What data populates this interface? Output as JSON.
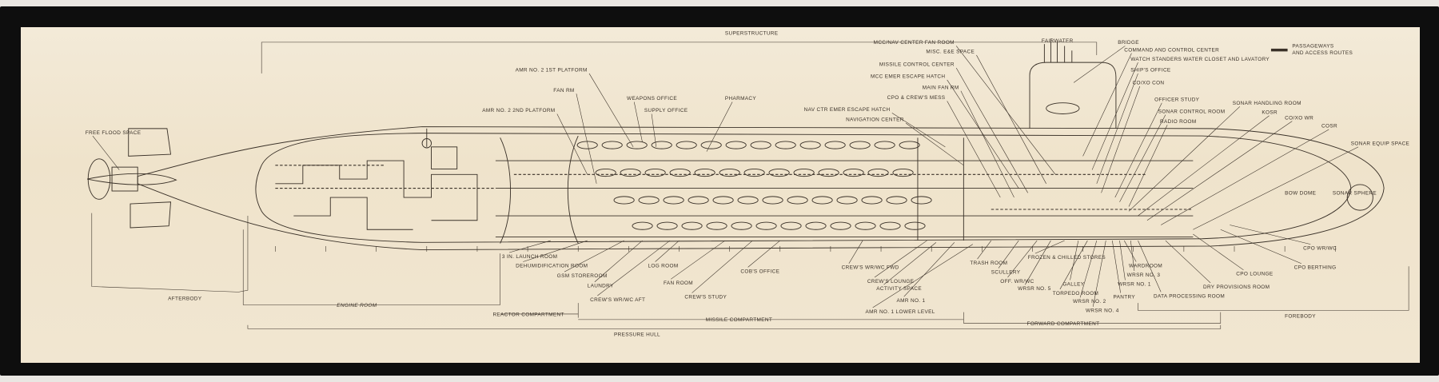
{
  "title": "Submarine Cutaway Arrangement",
  "colors": {
    "paper": "#f0e5cf",
    "ink": "#3a3128",
    "frame": "#0e0e0e"
  },
  "legend": {
    "line1": "PASSAGEWAYS",
    "line2": "AND ACCESS ROUTES"
  },
  "sections": {
    "superstructure": "SUPERSTRUCTURE",
    "afterbody": "AFTERBODY",
    "engine_room": "ENGINE ROOM",
    "reactor_compartment": "REACTOR COMPARTMENT",
    "missile_compartment": "MISSILE COMPARTMENT",
    "forward_compartment": "FORWARD COMPARTMENT",
    "pressure_hull": "PRESSURE HULL",
    "forebody": "FOREBODY",
    "fairwater": "FAIRWATER"
  },
  "labels": [
    "MCC/NAV CENTER FAN ROOM",
    "MISC. E&E SPACE",
    "BRIDGE",
    "COMMAND AND CONTROL CENTER",
    "WATCH STANDERS WATER CLOSET AND LAVATORY",
    "SHIP'S OFFICE",
    "CO/XO CON",
    "MISSILE CONTROL CENTER",
    "MCC EMER ESCAPE HATCH",
    "MAIN FAN RM",
    "CPO & CREW'S MESS",
    "NAV CTR EMER ESCAPE HATCH",
    "NAVIGATION CENTER",
    "OFFICER STUDY",
    "SONAR CONTROL ROOM",
    "RADIO ROOM",
    "SONAR HANDLING ROOM",
    "KOSR",
    "CO/XO WR",
    "COSR",
    "SONAR EQUIP SPACE",
    "AMR NO. 2 1ST PLATFORM",
    "FAN RM",
    "WEAPONS OFFICE",
    "SUPPLY OFFICE",
    "PHARMACY",
    "AMR NO. 2 2ND PLATFORM",
    "FREE FLOOD SPACE",
    "BOW DOME",
    "SONAR SPHERE",
    "3 IN. LAUNCH ROOM",
    "DEHUMIDIFICATION ROOM",
    "GSM STOREROOM",
    "LAUNDRY",
    "CREW'S WR/WC AFT",
    "LOG ROOM",
    "FAN ROOM",
    "CREW'S STUDY",
    "COB'S OFFICE",
    "CREW'S WR/WC FWD",
    "CREW'S LOUNGE",
    "ACTIVITY SPACE",
    "AMR NO. 1",
    "AMR NO. 1 LOWER LEVEL",
    "TRASH ROOM",
    "SCULLERY",
    "OFF. WR/WC",
    "WRSR NO. 5",
    "FROZEN & CHILLED STORES",
    "GALLEY",
    "TORPEDO ROOM",
    "WRSR NO. 2",
    "WRSR NO. 4",
    "PANTRY",
    "DATA PROCESSING ROOM",
    "WARDROOM",
    "WRSR NO. 3",
    "WRSR NO. 1",
    "DRY PROVISIONS ROOM",
    "CPO LOUNGE",
    "CPO BERTHING",
    "CPO WR/WC"
  ]
}
